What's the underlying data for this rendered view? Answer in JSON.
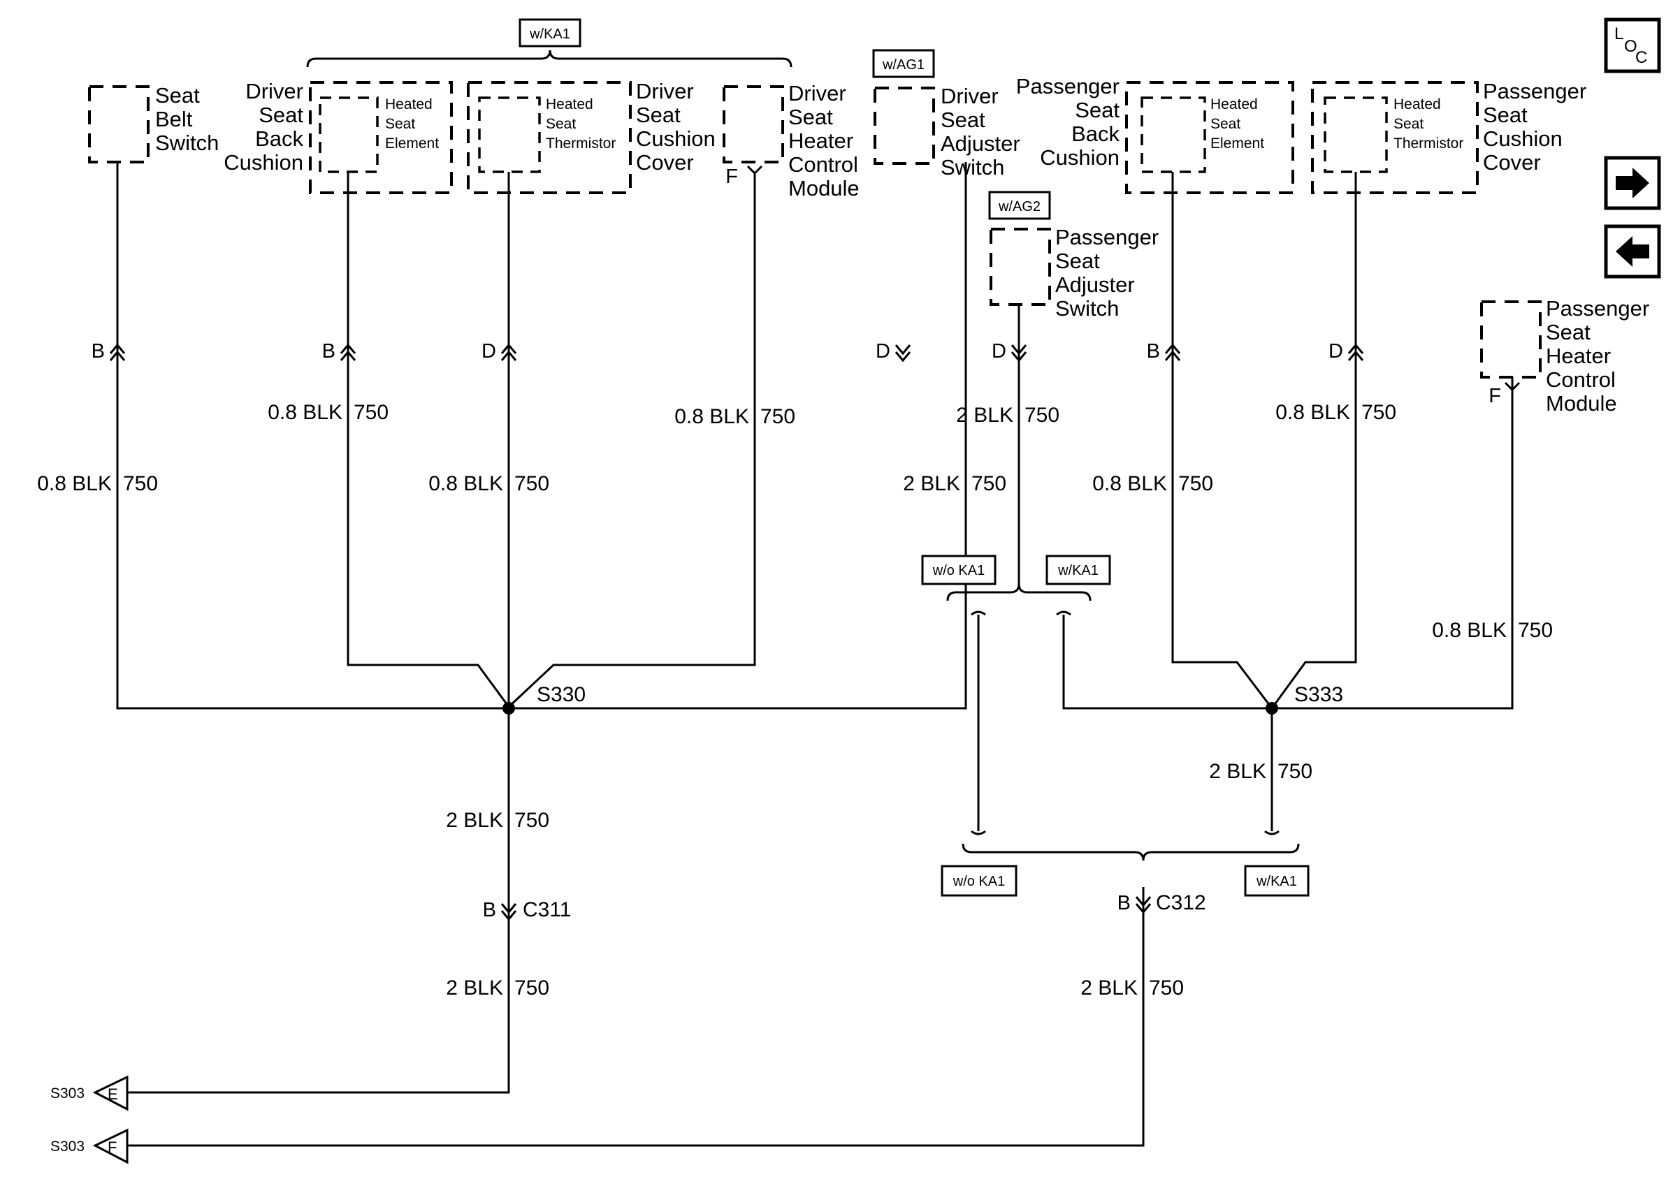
{
  "components": {
    "seat_belt_switch": [
      "Seat",
      "Belt",
      "Switch"
    ],
    "driver_seat_back_cushion": [
      "Driver",
      "Seat",
      "Back",
      "Cushion"
    ],
    "heated_seat_element": [
      "Heated",
      "Seat",
      "Element"
    ],
    "heated_seat_thermistor": [
      "Heated",
      "Seat",
      "Thermistor"
    ],
    "driver_seat_cushion_cover": [
      "Driver",
      "Seat",
      "Cushion",
      "Cover"
    ],
    "driver_seat_heater_control_module": [
      "Driver",
      "Seat",
      "Heater",
      "Control",
      "Module"
    ],
    "driver_seat_adjuster_switch": [
      "Driver",
      "Seat",
      "Adjuster",
      "Switch"
    ],
    "passenger_seat_back_cushion": [
      "Passenger",
      "Seat",
      "Back",
      "Cushion"
    ],
    "passenger_seat_cushion_cover": [
      "Passenger",
      "Seat",
      "Cushion",
      "Cover"
    ],
    "passenger_seat_adjuster_switch": [
      "Passenger",
      "Seat",
      "Adjuster",
      "Switch"
    ],
    "passenger_seat_heater_control_module": [
      "Passenger",
      "Seat",
      "Heater",
      "Control",
      "Module"
    ]
  },
  "options": {
    "w_ka1": "w/KA1",
    "w_ag1": "w/AG1",
    "w_ag2": "w/AG2",
    "wo_ka1": "w/o KA1"
  },
  "pins": {
    "b": "B",
    "d": "D",
    "f": "F",
    "e": "E"
  },
  "wire": {
    "size_08": "0.8 BLK",
    "size_2": "2 BLK",
    "circuit": "750"
  },
  "splices": {
    "s330": "S330",
    "s333": "S333"
  },
  "connectors": {
    "c311": "C311",
    "c312": "C312"
  },
  "ground": {
    "s303": "S303"
  },
  "nav": {
    "loc_l": "L",
    "loc_o": "O",
    "loc_c": "C",
    "next_icon": "arrow-right-icon",
    "prev_icon": "arrow-left-icon"
  }
}
